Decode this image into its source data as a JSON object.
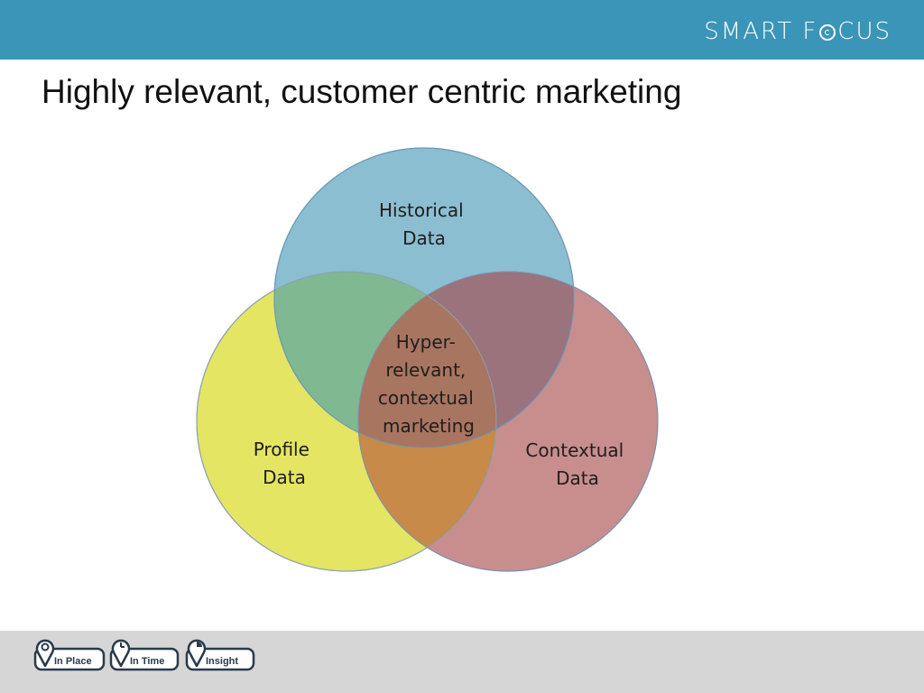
{
  "header": {
    "brand_left": "SMART F",
    "brand_right": "CUS",
    "accent_color": "#3a95b8"
  },
  "slide": {
    "title": "Highly relevant, customer centric marketing"
  },
  "venn": {
    "circles": [
      {
        "name": "historical",
        "lines": [
          "Historical",
          "Data"
        ],
        "color": "#78b0c8"
      },
      {
        "name": "profile",
        "lines": [
          "Profile",
          "Data"
        ],
        "color": "#e4e460"
      },
      {
        "name": "contextual",
        "lines": [
          "Contextual",
          "Data"
        ],
        "color": "#c48484"
      }
    ],
    "center_lines": [
      "Hyper-",
      "relevant,",
      "contextual",
      "marketing"
    ]
  },
  "footer": {
    "badges": [
      {
        "label": "In Place",
        "icon": "location-pin-icon"
      },
      {
        "label": "In Time",
        "icon": "clock-pin-icon"
      },
      {
        "label": "Insight",
        "icon": "pie-pin-icon"
      }
    ]
  }
}
